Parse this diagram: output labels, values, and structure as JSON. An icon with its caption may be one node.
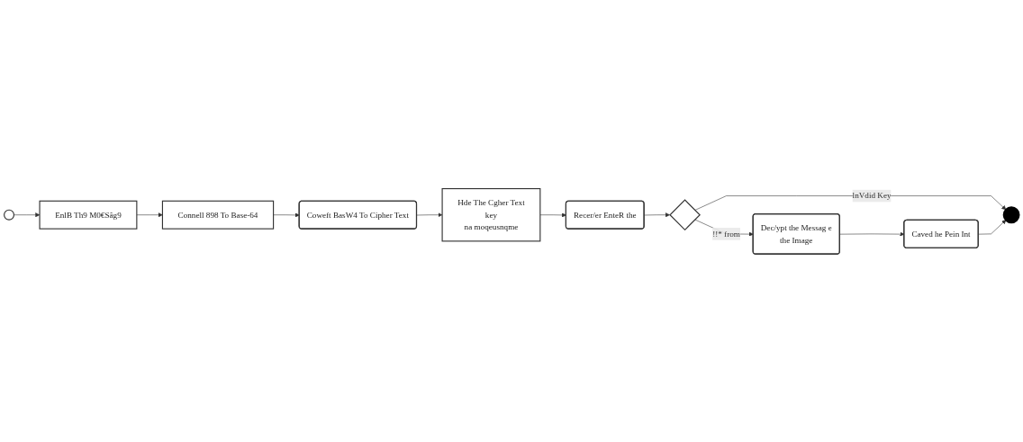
{
  "diagram": {
    "nodes": [
      {
        "text": [],
        "shape": "circle"
      },
      {
        "text": [
          "EnlB Th9 M0€Sâg9"
        ]
      },
      {
        "text": [
          "Connell 898 To Base-64"
        ]
      },
      {
        "text": [
          "Coweft BasW4 To Cipher Text"
        ]
      },
      {
        "text": [
          "Hde The Cgher Text",
          "key",
          "na moqeusnqme"
        ]
      },
      {
        "text": [
          "Recer/er EnteR the"
        ]
      },
      {
        "text": [],
        "shape": "diamond"
      },
      {
        "text": [
          "Dec/ypt the Messag e",
          "the Image"
        ]
      },
      {
        "text": [
          "Caved he Pein Int"
        ]
      },
      {
        "text": [],
        "shape": "circle"
      }
    ],
    "edges": [
      {
        "from": 0,
        "to": 1,
        "arrow": "to"
      },
      {
        "from": 1,
        "to": 2,
        "arrow": "to"
      },
      {
        "from": 2,
        "to": 3,
        "arrow": "to"
      },
      {
        "from": 3,
        "to": 4,
        "arrow": "to"
      },
      {
        "from": 4,
        "to": 5,
        "arrow": "to"
      },
      {
        "from": 5,
        "to": 6,
        "arrow": "to"
      },
      {
        "from": 6,
        "to": 7,
        "label": "!!* from",
        "arrow": "to"
      },
      {
        "from": 6,
        "to": 9,
        "label": "lnVdid Key",
        "arrow": "to"
      },
      {
        "from": 7,
        "to": 8,
        "arrow": "to"
      },
      {
        "from": 8,
        "to": 9,
        "arrow": "to"
      }
    ]
  }
}
